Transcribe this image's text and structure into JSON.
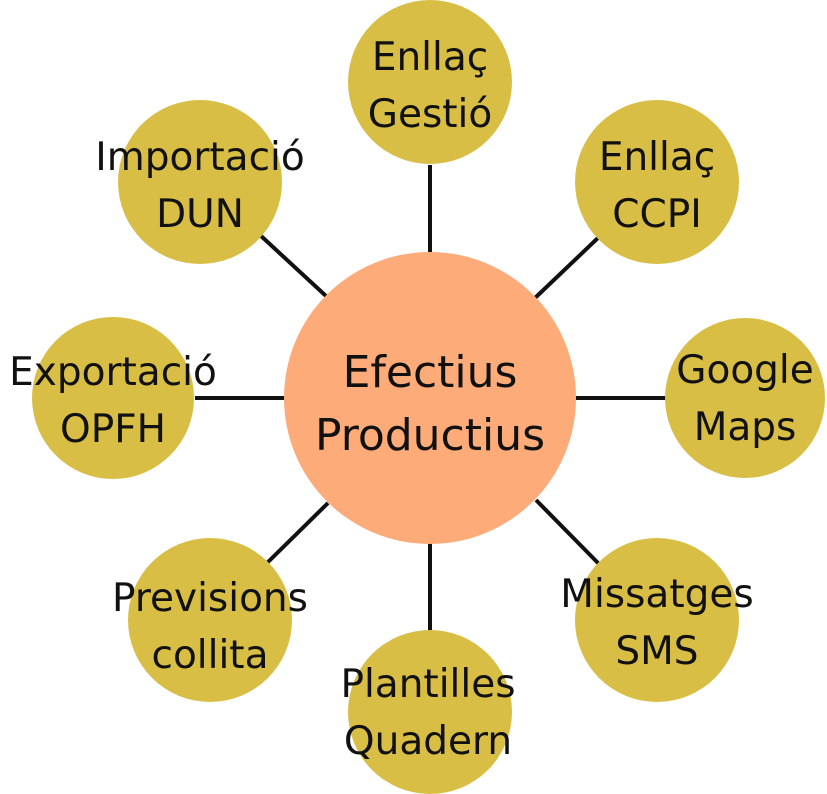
{
  "colors": {
    "center_fill": "#FCAB79",
    "satellite_fill": "#D9BE45",
    "connector": "#111111",
    "text": "#111111"
  },
  "center": {
    "line1": "Efectius",
    "line2": "Productius"
  },
  "satellites": [
    {
      "id": "enllac-gestio",
      "line1": "Enllaç",
      "line2": "Gestió"
    },
    {
      "id": "enllac-ccpi",
      "line1": "Enllaç",
      "line2": "CCPI"
    },
    {
      "id": "google-maps",
      "line1": "Google",
      "line2": "Maps"
    },
    {
      "id": "missatges-sms",
      "line1": "Missatges",
      "line2": "SMS"
    },
    {
      "id": "plantilles-quadern",
      "line1": "Plantilles",
      "line2": "Quadern"
    },
    {
      "id": "previsions-collita",
      "line1": "Previsions",
      "line2": "collita"
    },
    {
      "id": "exportacio-opfh",
      "line1": "Exportació",
      "line2": "OPFH"
    },
    {
      "id": "importacio-dun",
      "line1": "Importació",
      "line2": "DUN"
    }
  ]
}
